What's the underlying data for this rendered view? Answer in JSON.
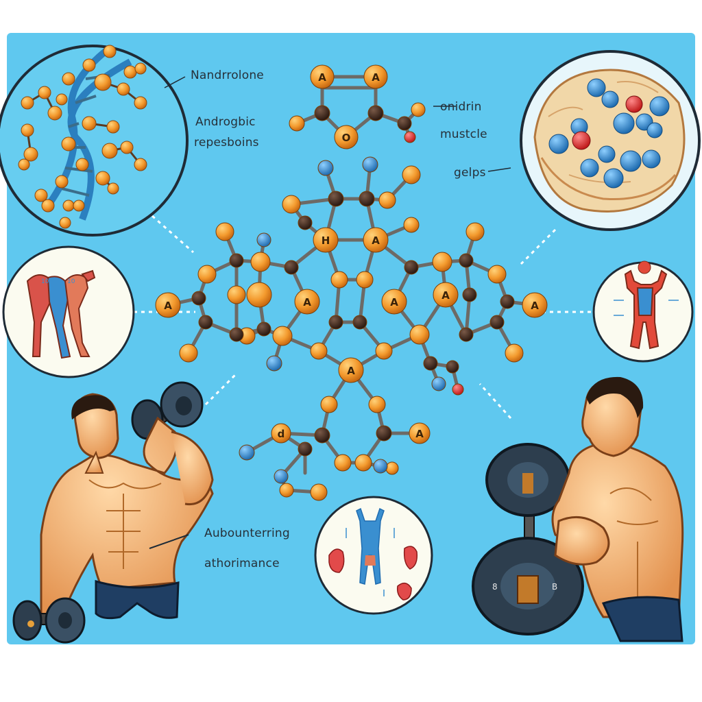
{
  "labels": {
    "nandrolone": "Nandrrolone",
    "androgenic": "Androgbic",
    "receptors": "repesboins",
    "onidrin": "onidrin",
    "muscle": "mustcle",
    "gelps": "gelps",
    "enhancing": "Aubounterring",
    "performance": "athorimance"
  },
  "atom_letters": {
    "top_left": "A",
    "top_right": "A",
    "top_center": "O",
    "center_upper_left": "H",
    "center_upper_right": "A",
    "left_end": "A",
    "mid_left": "A",
    "mid_center": "A",
    "mid_right": "A",
    "right_end": "A",
    "lower_center": "A",
    "bottom_left": "d",
    "bottom_right": "A"
  },
  "colors": {
    "background": "#5fc8ef",
    "carbon_atom": "#f39a2e",
    "dark_atom": "#3b2418",
    "blue_atom": "#3a8fd0",
    "red_atom": "#e2252b",
    "skin": "#f4b77a",
    "shorts": "#1f3e63"
  }
}
